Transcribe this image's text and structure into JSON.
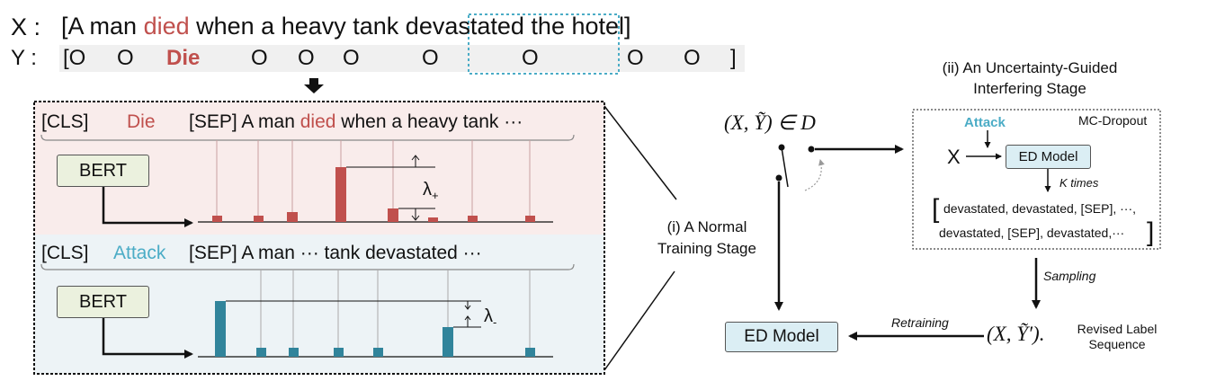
{
  "colors": {
    "red": "#c0504d",
    "teal": "#31849b",
    "attack_blue": "#4bacc6",
    "pink_bg": "#f9eceb",
    "blue_bg": "#edf3f6",
    "bert_fill": "#ebf1de",
    "ed_fill": "#dbeef4"
  },
  "sentence": {
    "x_label": "X :",
    "y_label": "Y :",
    "open_bracket": "[A man",
    "w_died": "died",
    "w_when": "when a heavy tank",
    "w_devastated": "devastated",
    "w_hotel": "the hotel]",
    "labels": [
      "[O",
      "O",
      "Die",
      "O",
      "O",
      "O",
      "O",
      "O",
      "O",
      "O",
      "]"
    ]
  },
  "left_panel": {
    "row1": {
      "cls": "[CLS]",
      "label": "Die",
      "sep": "[SEP] A man",
      "died": "died",
      "rest": "when a heavy tank ···"
    },
    "row2": {
      "cls": "[CLS]",
      "label": "Attack",
      "sep": "[SEP] A man ··· tank devastated ···"
    },
    "bert": "BERT",
    "lambda_plus": "λ",
    "lambda_plus_sub": "+",
    "lambda_minus": "λ",
    "lambda_minus_sub": "-"
  },
  "right": {
    "stage2_line1": "(ii) An Uncertainty-Guided",
    "stage2_line2": "Interfering Stage",
    "stage1_line1": "(i) A Normal",
    "stage1_line2": "Training Stage",
    "xy_in_d": "(X, Ỹ) ∈ D",
    "attack": "Attack",
    "mc_dropout": "MC-Dropout",
    "x": "X",
    "ed_model": "ED Model",
    "k_times": "K times",
    "seq_line1": "devastated, devastated, [SEP], ···,",
    "seq_line2": "devastated, [SEP], devastated,···",
    "sampling": "Sampling",
    "retraining": "Retraining",
    "xy_prime": "(X, Ỹ′).",
    "revised_line1": "Revised Label",
    "revised_line2": "Sequence",
    "ed_model_bottom": "ED Model"
  }
}
